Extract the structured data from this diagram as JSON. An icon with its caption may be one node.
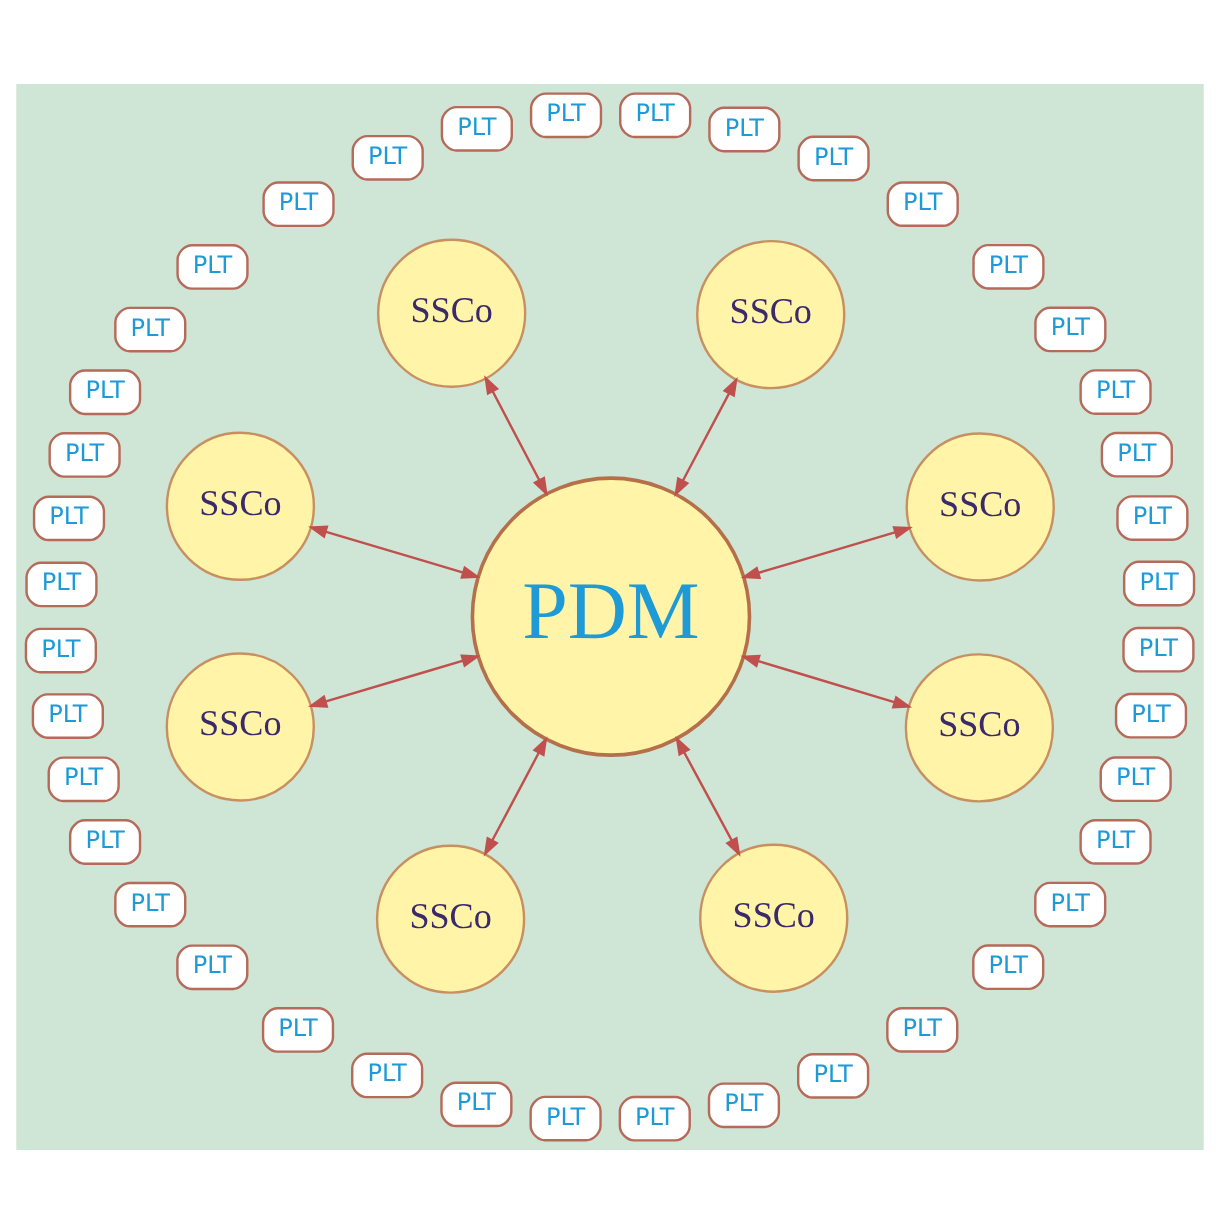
{
  "diagram": {
    "nodes": [
      {
        "text": [
          "PDM"
        ]
      },
      {
        "text": [
          "SSCo"
        ]
      },
      {
        "text": [
          "PLT"
        ]
      },
      {
        "text": [
          "PLT"
        ]
      },
      {
        "text": [
          "PLT"
        ]
      },
      {
        "text": [
          "PLT"
        ]
      },
      {
        "text": [
          "PLT"
        ]
      },
      {
        "text": [
          "SSCo"
        ]
      },
      {
        "text": [
          "PLT"
        ]
      },
      {
        "text": [
          "PLT"
        ]
      },
      {
        "text": [
          "PLT"
        ]
      },
      {
        "text": [
          "PLT"
        ]
      },
      {
        "text": [
          "PLT"
        ]
      },
      {
        "text": [
          "SSCo"
        ]
      },
      {
        "text": [
          "PLT"
        ]
      },
      {
        "text": [
          "PLT"
        ]
      },
      {
        "text": [
          "PLT"
        ]
      },
      {
        "text": [
          "PLT"
        ]
      },
      {
        "text": [
          "PLT"
        ]
      },
      {
        "text": [
          "SSCo"
        ]
      },
      {
        "text": [
          "PLT"
        ]
      },
      {
        "text": [
          "PLT"
        ]
      },
      {
        "text": [
          "PLT"
        ]
      },
      {
        "text": [
          "PLT"
        ]
      },
      {
        "text": [
          "PLT"
        ]
      },
      {
        "text": [
          "SSCo"
        ]
      },
      {
        "text": [
          "PLT"
        ]
      },
      {
        "text": [
          "PLT"
        ]
      },
      {
        "text": [
          "PLT"
        ]
      },
      {
        "text": [
          "PLT"
        ]
      },
      {
        "text": [
          "PLT"
        ]
      },
      {
        "text": [
          "SSCo"
        ]
      },
      {
        "text": [
          "PLT"
        ]
      },
      {
        "text": [
          "PLT"
        ]
      },
      {
        "text": [
          "PLT"
        ]
      },
      {
        "text": [
          "PLT"
        ]
      },
      {
        "text": [
          "PLT"
        ]
      },
      {
        "text": [
          "SSCo"
        ]
      },
      {
        "text": [
          "PLT"
        ]
      },
      {
        "text": [
          "PLT"
        ]
      },
      {
        "text": [
          "PLT"
        ]
      },
      {
        "text": [
          "PLT"
        ]
      },
      {
        "text": [
          "PLT"
        ]
      },
      {
        "text": [
          "SSCo"
        ]
      },
      {
        "text": [
          "PLT"
        ]
      },
      {
        "text": [
          "PLT"
        ]
      },
      {
        "text": [
          "PLT"
        ]
      },
      {
        "text": [
          "PLT"
        ]
      },
      {
        "text": [
          "PLT"
        ]
      }
    ],
    "edges": [
      {
        "from": 0,
        "to": 1,
        "arrow": "both"
      },
      {
        "from": 0,
        "to": 7,
        "arrow": "both"
      },
      {
        "from": 0,
        "to": 13,
        "arrow": "both"
      },
      {
        "from": 0,
        "to": 19,
        "arrow": "both"
      },
      {
        "from": 0,
        "to": 25,
        "arrow": "both"
      },
      {
        "from": 0,
        "to": 31,
        "arrow": "both"
      },
      {
        "from": 0,
        "to": 37,
        "arrow": "both"
      },
      {
        "from": 0,
        "to": 43,
        "arrow": "both"
      }
    ]
  }
}
